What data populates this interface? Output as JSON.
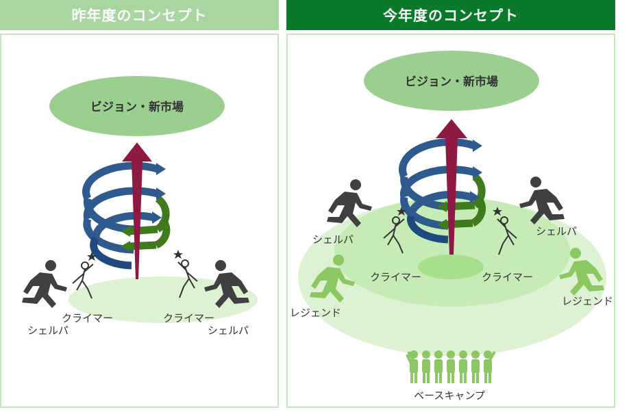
{
  "left_panel": {
    "title": "昨年度のコンセプト",
    "vision_label": "ビジョン・新市場",
    "people": [
      {
        "label": "シェルパ"
      },
      {
        "label": "クライマー"
      },
      {
        "label": "クライマー"
      },
      {
        "label": "シェルパ"
      }
    ]
  },
  "right_panel": {
    "title": "今年度のコンセプト",
    "vision_label": "ビジョン・新市場",
    "people": [
      {
        "label": "シェルパ"
      },
      {
        "label": "クライマー"
      },
      {
        "label": "クライマー"
      },
      {
        "label": "シェルパ"
      },
      {
        "label": "レジェンド"
      },
      {
        "label": "レジェンド"
      },
      {
        "label": "ベースキャンプ"
      }
    ]
  },
  "colors": {
    "left_header": "#a8d5a0",
    "right_header": "#0a7a2a",
    "ellipse": "#9bcf8f",
    "ground": "#dcf2d2",
    "arrow_red": "#8e1a44",
    "spiral_blue": "#2e5a8e",
    "spiral_green": "#3f7a1c",
    "runner_dark": "#404040",
    "runner_light": "#8cc862"
  }
}
